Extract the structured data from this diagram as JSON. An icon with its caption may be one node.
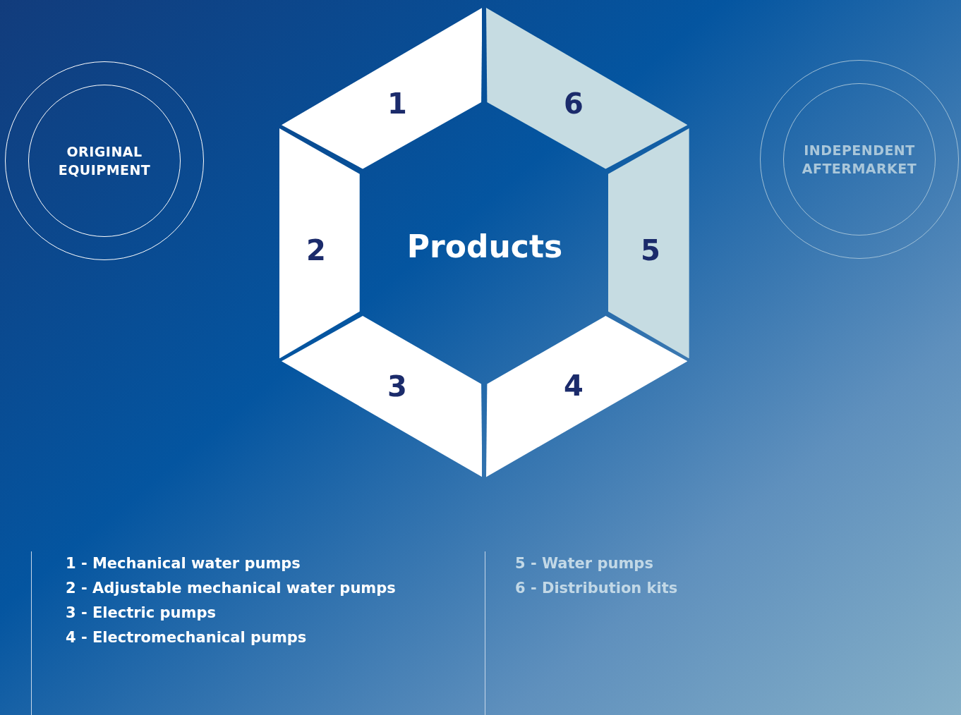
{
  "diagram": {
    "nodes": [
      {
        "text": [
          "ORIGINAL EQUIPMENT"
        ]
      },
      {
        "text": [
          "1"
        ]
      },
      {
        "text": [
          "2"
        ]
      },
      {
        "text": [
          "3"
        ]
      },
      {
        "text": [
          "4"
        ]
      },
      {
        "text": [
          "5"
        ]
      },
      {
        "text": [
          "6"
        ]
      },
      {
        "text": [
          "Products"
        ]
      },
      {
        "text": [
          "INDEPENDENT AFTERMARKET"
        ]
      }
    ],
    "labels": [
      "1 - Mechanical water pumps",
      "2 - Adjustable mechanical water pumps",
      "3 - Electric pumps",
      "4 - Electromechanical pumps",
      "5 - Water pumps",
      "6 - Distribution kits"
    ]
  }
}
